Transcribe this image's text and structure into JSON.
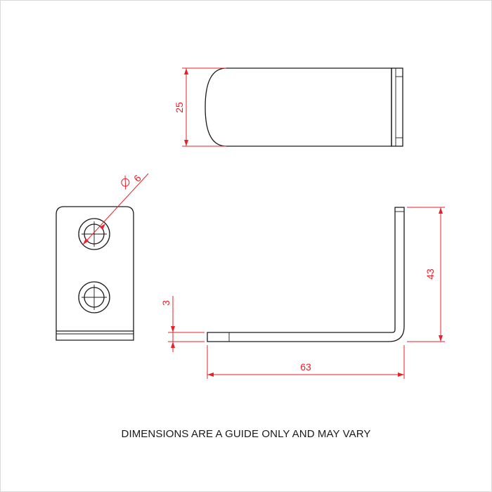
{
  "dimensions": {
    "width": "25",
    "hole_diameter": "6",
    "thickness": "3",
    "length": "63",
    "height": "43"
  },
  "note": "DIMENSIONS ARE A GUIDE ONLY AND MAY VARY",
  "colors": {
    "outline": "#1a1a1a",
    "dimension": "#e8202a"
  }
}
